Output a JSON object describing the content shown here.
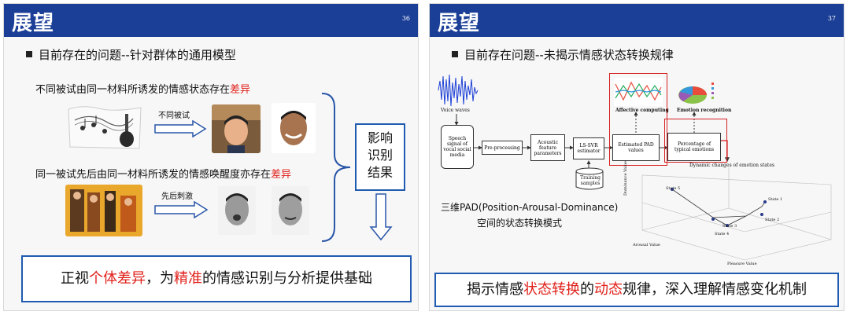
{
  "slide1": {
    "title": "展望",
    "page_number": "36",
    "bullet": "目前存在的问题--针对群体的通用模型",
    "line1_prefix": "不同被试由同一材料所诱发的情感状态存在",
    "line1_highlight": "差异",
    "arrow1_label": "不同被试",
    "line2_prefix": "同一被试先后由同一材料所诱发的情感唤醒度亦存在",
    "line2_highlight": "差异",
    "arrow2_label": "先后刺激",
    "sidebox": [
      "影响",
      "识别",
      "结果"
    ],
    "bottom_parts": [
      "正视",
      "个体差异",
      "，为",
      "精准",
      "的情感识别与分析提供基础"
    ]
  },
  "slide2": {
    "title": "展望",
    "page_number": "37",
    "bullet": "目前存在问题--未揭示情感状态转换规律",
    "voice_waves": "Voice waves",
    "flow": [
      "Speech signal of vocal social media",
      "Pre-processing",
      "Acoustic feature parameters",
      "LS-SVR estimator",
      "Estimated PAD values",
      "Percentage of typical emotions",
      "Training samples"
    ],
    "affective_computing": "Affective computing",
    "emotion_recognition": "Emotion recognition",
    "dynamic_caption": "Dynamic changes of emotion states",
    "pad_line1": "三维PAD(Position-Arousal-Dominance)",
    "pad_line2": "空间的状态转换模式",
    "axes": {
      "dominance": "Dominance Value",
      "arousal": "Arousal Value",
      "pleasure": "Pleasure Value"
    },
    "states": [
      "State 1",
      "State 2",
      "State 3",
      "State 4",
      "State 5"
    ],
    "bottom_parts": [
      "揭示情感",
      "状态转换",
      "的",
      "动态",
      "规律，深入理解情感变化机制"
    ]
  },
  "colors": {
    "title_bar": "#1b3f97",
    "highlight": "#e0201a",
    "box_border": "#1f5bb0"
  }
}
